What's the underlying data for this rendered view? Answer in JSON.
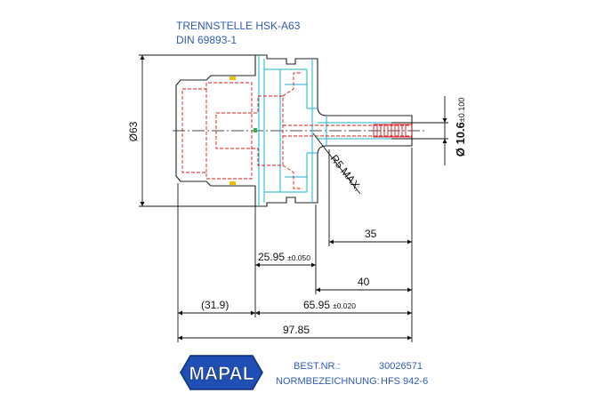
{
  "title": {
    "line1": "TRENNSTELLE HSK-A63",
    "line2": "DIN 69893-1"
  },
  "dimensions": {
    "d63": "Ø63",
    "d10_6": "Ø 10.6",
    "d10_6_tol": "±0.100",
    "r5": "R5 MAX.",
    "d35": "35",
    "d25_95": "25.95",
    "d25_95_tol": "±0.050",
    "d40": "40",
    "d31_9": "(31.9)",
    "d65_95": "65.95",
    "d65_95_tol": "±0.020",
    "d97_85": "97.85"
  },
  "info": {
    "best_nr_label": "BEST.NR.:",
    "best_nr_value": "30026571",
    "norm_label": "NORMBEZEICHNUNG:",
    "norm_value": "HFS 942-6"
  },
  "logo": {
    "text": "MAPAL"
  },
  "colors": {
    "label_blue": "#2e5cb8",
    "outline": "#222222",
    "part_lines": "#19b6d2",
    "hidden_lines": "#e01818",
    "logo_blue": "#1f4fb5"
  }
}
